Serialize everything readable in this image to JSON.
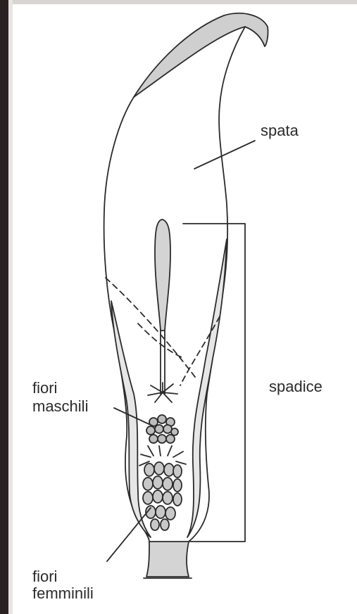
{
  "labels": {
    "spata": "spata",
    "spadice": "spadice",
    "fiori_maschili_line1": "fiori",
    "fiori_maschili_line2": "maschili",
    "fiori_femminili_line1": "fiori",
    "fiori_femminili_line2": "femminili"
  },
  "colors": {
    "ink": "#2b2b2b",
    "shade": "#cfcfcf",
    "background": "#ffffff",
    "frame_dark": "#2a2220"
  }
}
